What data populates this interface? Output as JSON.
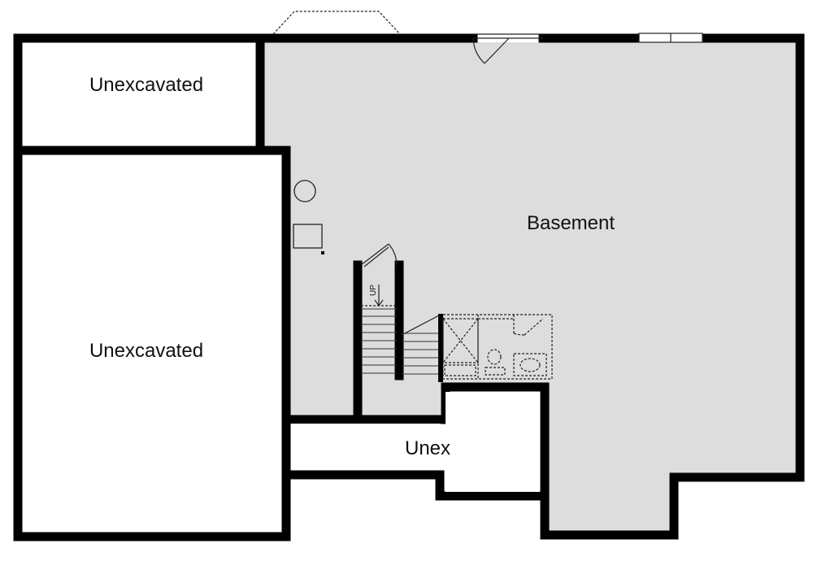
{
  "rooms": {
    "unexcavated_top": "Unexcavated",
    "unexcavated_left": "Unexcavated",
    "basement": "Basement",
    "unex": "Unex"
  },
  "stair": {
    "up_label": "UP"
  },
  "colors": {
    "basement_fill": "#dddddd",
    "wall": "#000000",
    "unexcavated_fill": "#ffffff"
  }
}
